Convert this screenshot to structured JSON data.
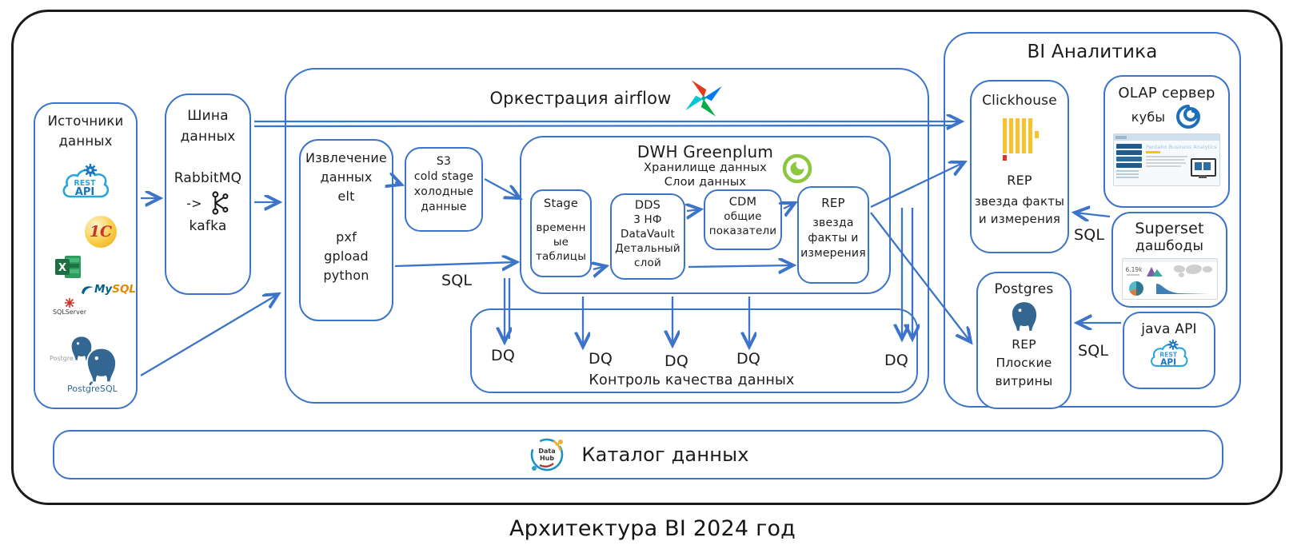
{
  "caption": "Архитектура BI 2024 год",
  "sources": {
    "title1": "Источники",
    "title2": "данных",
    "rest": {
      "rest": "REST",
      "api": "API"
    },
    "onec": "1С",
    "excel_letter": "X",
    "mysql": {
      "my": "My",
      "sql": "SQL"
    },
    "sqlserver": "SQLServer",
    "postgre_small": "Postgre",
    "postgresql": "PostgreSQL"
  },
  "bus": {
    "title1": "Шина",
    "title2": "данных",
    "mq": "RabbitMQ",
    "arrow": "->",
    "kafka": "kafka"
  },
  "airflow": {
    "title": "Оркестрация airflow"
  },
  "extract": {
    "l1": "Извлечение",
    "l2": "данных",
    "l3": "elt",
    "l4": "pxf",
    "l5": "gpload",
    "l6": "python"
  },
  "s3": {
    "l1": "S3",
    "l2": "cold stage",
    "l3": "холодные",
    "l4": "данные"
  },
  "dwh": {
    "title": "DWH Greenplum",
    "sub1": "Хранилище данных",
    "sub2": "Слои данных",
    "stage": {
      "l1": "Stage",
      "l2": "временн",
      "l3": "ые",
      "l4": "таблицы"
    },
    "dds": {
      "l1": "DDS",
      "l2": "3 НФ",
      "l3": "DataVault",
      "l4": "Детальный",
      "l5": "слой"
    },
    "cdm": {
      "l1": "CDM",
      "l2": "общие",
      "l3": "показатели"
    },
    "rep": {
      "l1": "REP",
      "l2": "звезда",
      "l3": "факты и",
      "l4": "измерения"
    }
  },
  "dq": {
    "labels": [
      "DQ",
      "DQ",
      "DQ",
      "DQ",
      "DQ"
    ],
    "title": "Контроль качества данных"
  },
  "sql_labels": {
    "s1": "SQL",
    "s2": "SQL",
    "s3": "SQL"
  },
  "bi": {
    "title": "BI Аналитика",
    "clickhouse": {
      "name": "Clickhouse",
      "l1": "REP",
      "l2": "звезда факты",
      "l3": "и измерения"
    },
    "olap": {
      "l1": "OLAP сервер",
      "l2": "кубы",
      "screenshot_title": "Pentaho Business Analytics"
    },
    "superset": {
      "l1": "Superset",
      "l2": "дашбоды",
      "metric": "6.19k"
    },
    "postgres": {
      "name": "Postgres",
      "l1": "REP",
      "l2": "Плоские",
      "l3": "витрины"
    },
    "java_api": {
      "name": "java API",
      "rest": "REST",
      "api": "API"
    }
  },
  "catalog": {
    "title": "Каталог данных",
    "logo1": "Data",
    "logo2": "Hub"
  },
  "colors": {
    "stroke_blue": "#3b74c8",
    "ch_yellow": "#f6c32b",
    "ch_red": "#df342b",
    "gp_green": "#8dc63f",
    "pg_blue": "#336791",
    "af_red": "#e43921",
    "af_blue": "#017cee",
    "af_green": "#00ad46",
    "af_teal": "#00c7d4"
  }
}
